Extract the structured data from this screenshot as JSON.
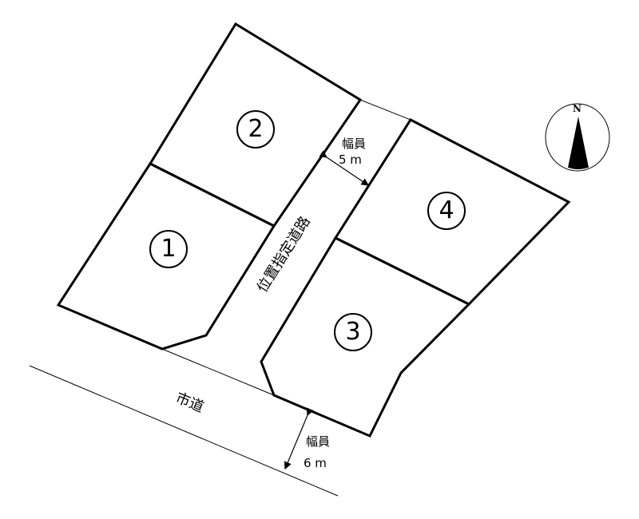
{
  "lots": [
    {
      "id": "1",
      "label": "1"
    },
    {
      "id": "2",
      "label": "2"
    },
    {
      "id": "3",
      "label": "3"
    },
    {
      "id": "4",
      "label": "4"
    }
  ],
  "private_road": {
    "label": "位置指定道路",
    "width_label": "幅員",
    "width_value": "5 m"
  },
  "city_road": {
    "label": "市道",
    "width_label": "幅員",
    "width_value": "6 m"
  },
  "compass": {
    "label": "N"
  }
}
